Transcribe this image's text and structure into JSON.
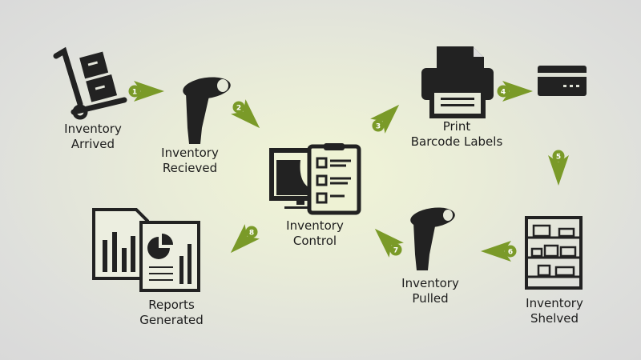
{
  "colors": {
    "arrow": "#7a9a28",
    "icon": "#222222"
  },
  "steps": [
    {
      "number": "1",
      "label_lines": [
        "Inventory",
        "Arrived"
      ],
      "icon": "hand-truck-icon"
    },
    {
      "number": "2",
      "label_lines": [
        "Inventory",
        "Recieved"
      ],
      "icon": "barcode-scanner-icon"
    },
    {
      "number": "3",
      "label_lines": [
        "Inventory",
        "Control"
      ],
      "icon": "monitor-clipboard-icon"
    },
    {
      "number": "4",
      "label_lines": [
        "Print",
        "Barcode Labels"
      ],
      "icon": "printer-icon"
    },
    {
      "number": "5",
      "label_lines": [
        "",
        ""
      ],
      "icon": "label-card-icon"
    },
    {
      "number": "6",
      "label_lines": [
        "Inventory",
        "Shelved"
      ],
      "icon": "shelf-icon"
    },
    {
      "number": "7",
      "label_lines": [
        "Inventory",
        "Pulled"
      ],
      "icon": "barcode-scanner-icon"
    },
    {
      "number": "8",
      "label_lines": [
        "Reports",
        "Generated"
      ],
      "icon": "reports-icon"
    }
  ]
}
